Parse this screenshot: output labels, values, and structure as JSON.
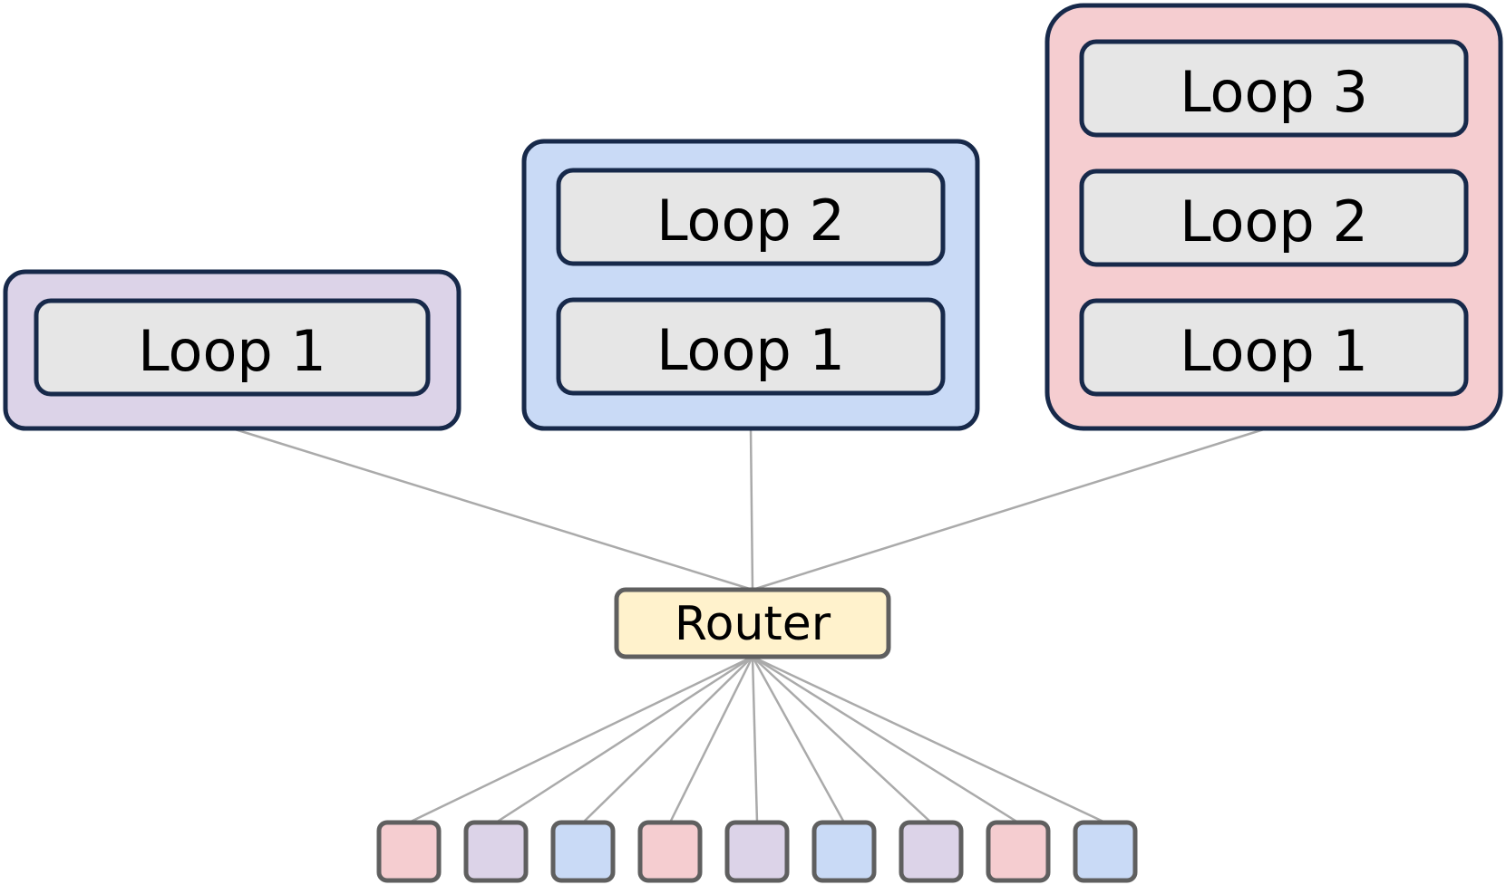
{
  "colors": {
    "group_purple": "#dcd3e8",
    "group_blue": "#c9daf6",
    "group_red": "#f5cdd0",
    "loop_fill": "#e6e6e6",
    "router_fill": "#fff2cc",
    "border_dark": "#17294a",
    "border_gray": "#5f5f5f",
    "edge": "#aaaaaa"
  },
  "groups": [
    {
      "color": "purple",
      "loops": [
        "Loop 1"
      ]
    },
    {
      "color": "blue",
      "loops": [
        "Loop 2",
        "Loop 1"
      ]
    },
    {
      "color": "red",
      "loops": [
        "Loop 3",
        "Loop 2",
        "Loop 1"
      ]
    }
  ],
  "router": {
    "label": "Router"
  },
  "tokens": [
    "red",
    "purple",
    "blue",
    "red",
    "purple",
    "blue",
    "purple",
    "red",
    "blue"
  ]
}
